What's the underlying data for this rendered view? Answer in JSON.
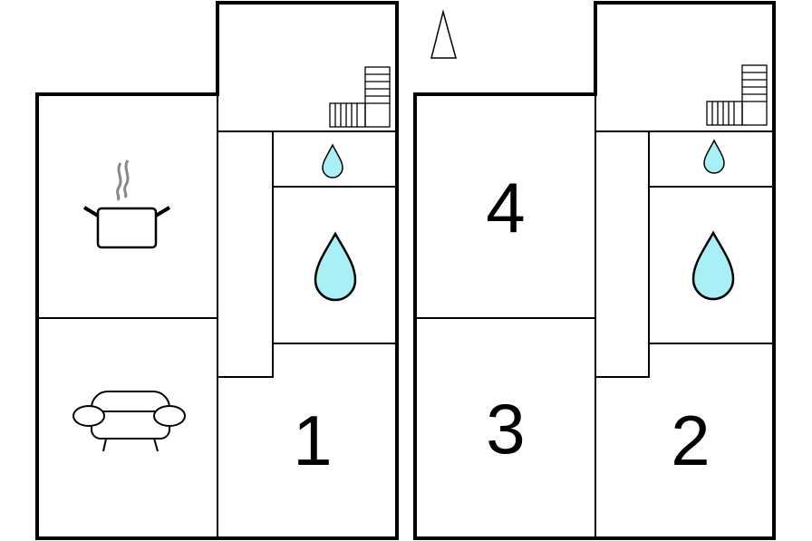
{
  "floorplan": {
    "colors": {
      "wall": "#000000",
      "background": "#ffffff",
      "water": "#a8f0f6"
    },
    "floors": [
      {
        "id": "ground-floor",
        "icons": [
          "stairs-icon",
          "water-drop-icon",
          "water-drop-icon",
          "cooking-pot-icon",
          "sofa-icon"
        ],
        "rooms": [
          {
            "label": "1"
          }
        ]
      },
      {
        "id": "upper-floor",
        "icons": [
          "north-arrow-icon",
          "stairs-icon",
          "water-drop-icon",
          "water-drop-icon"
        ],
        "rooms": [
          {
            "label": "4"
          },
          {
            "label": "3"
          },
          {
            "label": "2"
          }
        ]
      }
    ]
  }
}
